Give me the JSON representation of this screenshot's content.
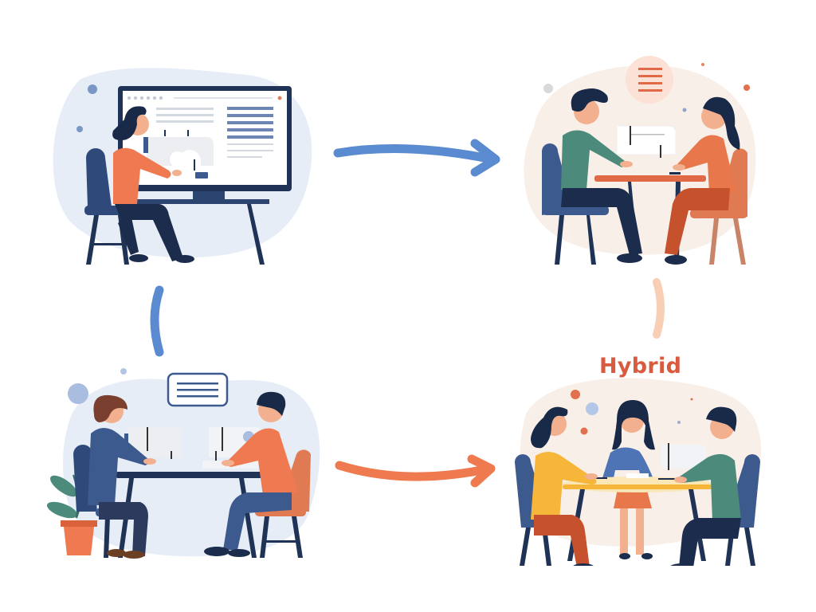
{
  "diagram": {
    "type": "cycle",
    "description": "Four illustrated sewing-class scenes connected by arrows",
    "colors": {
      "background": "#ffffff",
      "blue_accent": "#5a8bd0",
      "orange_accent": "#f07a4f",
      "peach_connector": "#f8cfb4",
      "label_red": "#d95a3f",
      "navy": "#1f3357",
      "blob_blue": "#e7edf7",
      "blob_peach": "#f9efe9"
    },
    "nodes": [
      {
        "id": "online",
        "label": "",
        "position": "top-left",
        "scene": "Person sewing in front of a monitor (online session)"
      },
      {
        "id": "in-person",
        "label": "",
        "position": "top-right",
        "scene": "Two people sewing together at a table with speech bubble"
      },
      {
        "id": "workshop",
        "label": "",
        "position": "bottom-left",
        "scene": "Two people at a shared table with sewing machines and a plant"
      },
      {
        "id": "hybrid",
        "label": "Hybrid",
        "position": "bottom-right",
        "scene": "Three people collaborating at a round table"
      }
    ],
    "edges": [
      {
        "from": "online",
        "to": "in-person",
        "style": "arrow",
        "color": "#5a8bd0"
      },
      {
        "from": "workshop",
        "to": "hybrid",
        "style": "arrow",
        "color": "#f07a4f"
      },
      {
        "from": "online",
        "to": "workshop",
        "style": "curve",
        "color": "#5a8bd0"
      },
      {
        "from": "in-person",
        "to": "hybrid",
        "style": "curve",
        "color": "#f8cfb4"
      }
    ]
  },
  "labels": {
    "hybrid": "Hybrid"
  }
}
